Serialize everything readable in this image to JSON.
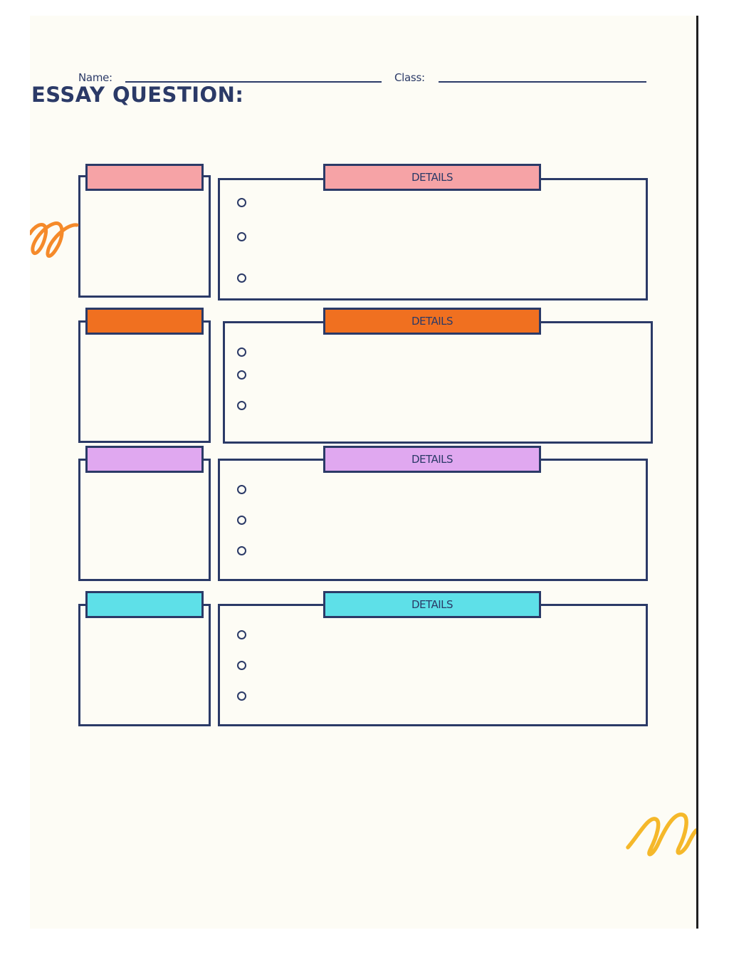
{
  "header": {
    "name_label": "Name:",
    "class_label": "Class:",
    "title": "ESSAY QUESTION:"
  },
  "colors": {
    "ink": "#2b3a67",
    "section_1": "#f6a3a6",
    "section_2": "#f07020",
    "section_3": "#e0a8f0",
    "section_4": "#5ee0e8",
    "swirl_left": "#f58a2a",
    "swirl_right": "#f5b82a"
  },
  "sections": [
    {
      "details_label": "DETAILS"
    },
    {
      "details_label": "DETAILS"
    },
    {
      "details_label": "DETAILS"
    },
    {
      "details_label": "DETAILS"
    }
  ],
  "decorations": {
    "left": "swirl-decoration",
    "right": "swirl-decoration"
  }
}
